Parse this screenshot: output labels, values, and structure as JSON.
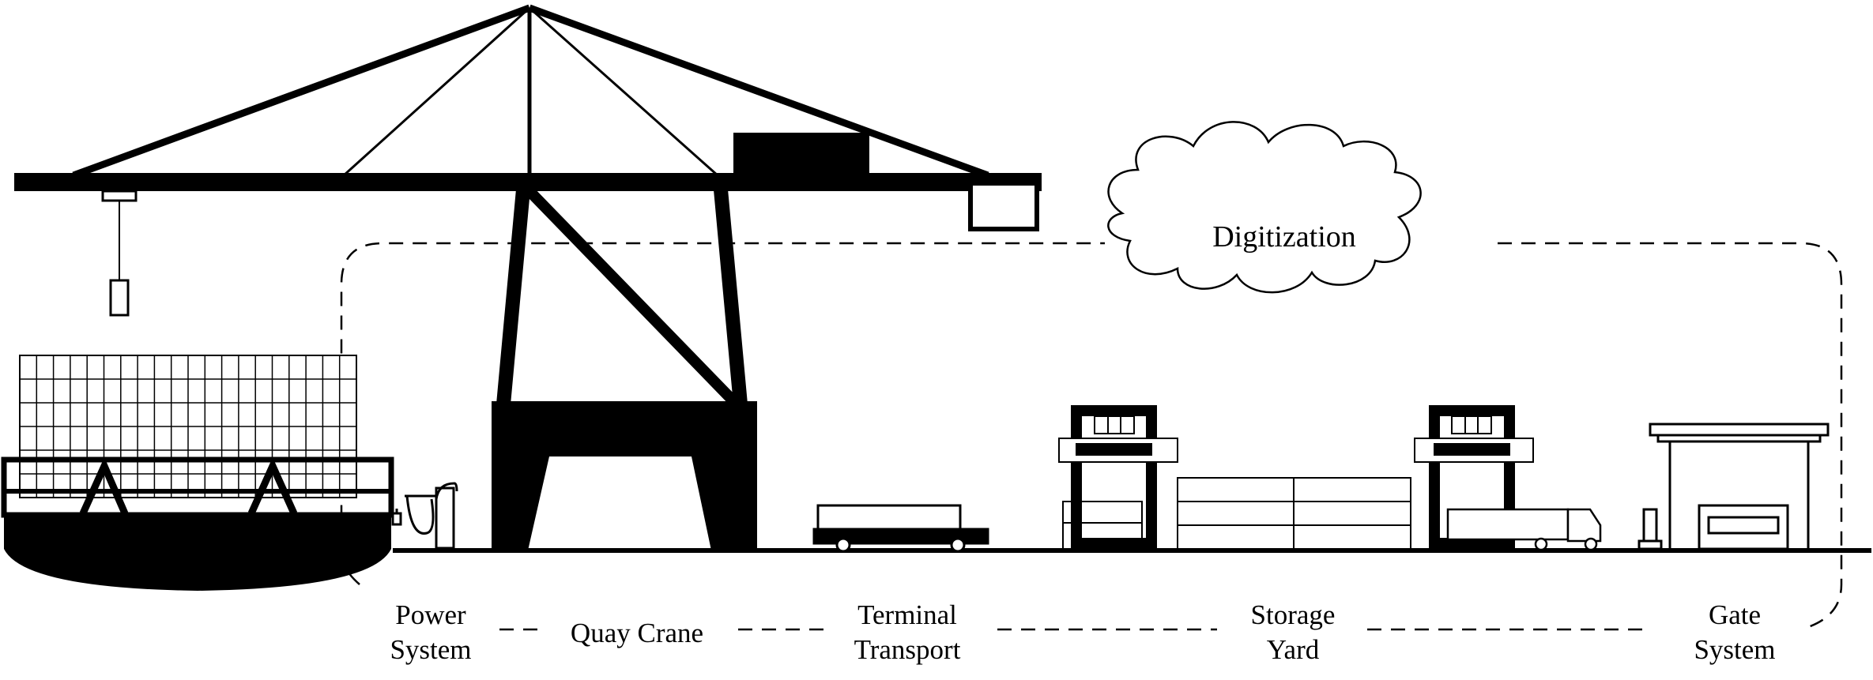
{
  "cloud": {
    "label": "Digitization"
  },
  "stages": [
    {
      "line1": "Power",
      "line2": "System"
    },
    {
      "line1": "Quay Crane",
      "line2": ""
    },
    {
      "line1": "Terminal",
      "line2": "Transport"
    },
    {
      "line1": "Storage",
      "line2": "Yard"
    },
    {
      "line1": "Gate",
      "line2": "System"
    }
  ],
  "colors": {
    "ink": "#000000",
    "paper": "#ffffff"
  }
}
